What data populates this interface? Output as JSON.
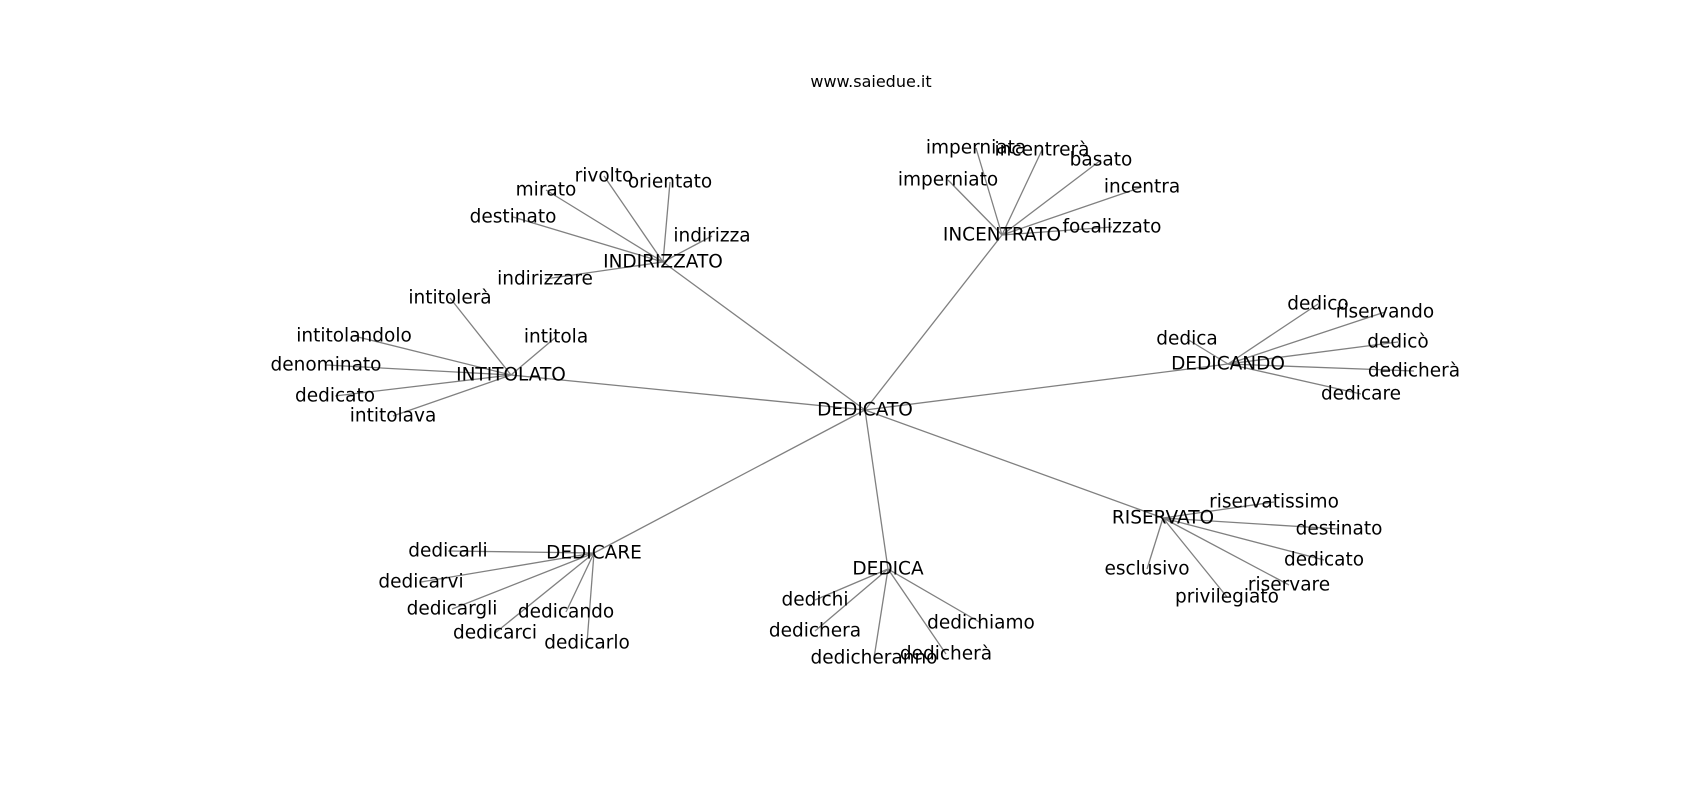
{
  "header": {
    "site": "www.saiedue.it"
  },
  "graph": {
    "root": "DEDICATO",
    "clusters": [
      {
        "hub": "INDIRIZZATO",
        "leaves": [
          "rivolto",
          "orientato",
          "mirato",
          "destinato",
          "indirizza",
          "indirizzare"
        ]
      },
      {
        "hub": "INCENTRATO",
        "leaves": [
          "imperniata",
          "incentrerà",
          "basato",
          "imperniato",
          "incentra",
          "focalizzato"
        ]
      },
      {
        "hub": "INTITOLATO",
        "leaves": [
          "intitolerà",
          "intitolandolo",
          "intitola",
          "denominato",
          "dedicato",
          "intitolava"
        ]
      },
      {
        "hub": "DEDICANDO",
        "leaves": [
          "dedico",
          "riservando",
          "dedica",
          "dedicò",
          "dedicherà",
          "dedicare"
        ]
      },
      {
        "hub": "RISERVATO",
        "leaves": [
          "riservatissimo",
          "destinato",
          "dedicato",
          "esclusivo",
          "riservare",
          "privilegiato"
        ]
      },
      {
        "hub": "DEDICARE",
        "leaves": [
          "dedicarli",
          "dedicarvi",
          "dedicargli",
          "dedicando",
          "dedicarci",
          "dedicarlo"
        ]
      },
      {
        "hub": "DEDICA",
        "leaves": [
          "dedichi",
          "dedichera",
          "dedichiamo",
          "dedicheranno",
          "dedicherà"
        ]
      }
    ]
  }
}
